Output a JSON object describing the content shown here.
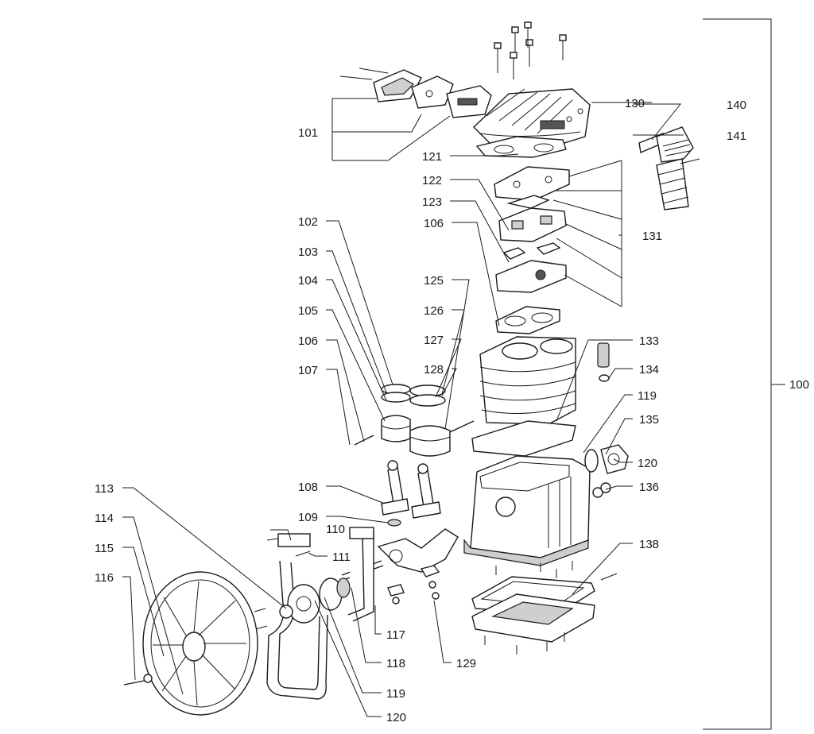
{
  "callouts": {
    "c100": "100",
    "c101": "101",
    "c102": "102",
    "c103": "103",
    "c104": "104",
    "c105": "105",
    "c106a": "106",
    "c106b": "106",
    "c107": "107",
    "c108": "108",
    "c109": "109",
    "c110": "110",
    "c111": "111",
    "c113": "113",
    "c114": "114",
    "c115": "115",
    "c116": "116",
    "c117": "117",
    "c118": "118",
    "c119a": "119",
    "c119b": "119",
    "c120a": "120",
    "c120b": "120",
    "c121": "121",
    "c122": "122",
    "c123": "123",
    "c125": "125",
    "c126": "126",
    "c127": "127",
    "c128": "128",
    "c129": "129",
    "c130": "130",
    "c131": "131",
    "c133": "133",
    "c134": "134",
    "c135": "135",
    "c136": "136",
    "c138": "138",
    "c140": "140",
    "c141": "141"
  }
}
